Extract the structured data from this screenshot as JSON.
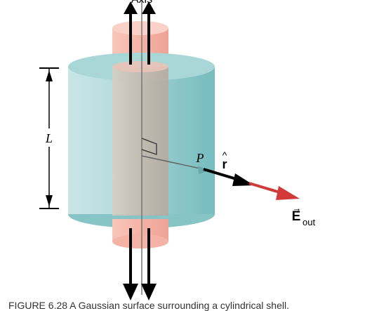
{
  "diagram": {
    "top_axis_label": "Axis",
    "length_label": "L",
    "point_label": "P",
    "unit_vector_label": "r",
    "unit_vector_hat": "^",
    "field_label_main": "E",
    "field_label_sub": "out",
    "field_label_arrow": "→",
    "colors": {
      "gaussian_cylinder": "#9fd1d3",
      "gaussian_cylinder_dark": "#7cc0c3",
      "charged_rod": "#f7b9ad",
      "field_arrow": "#d23a3a",
      "unit_vector_arrow": "#000000"
    }
  },
  "caption": "FIGURE 6.28 A Gaussian surface surrounding a cylindrical shell."
}
